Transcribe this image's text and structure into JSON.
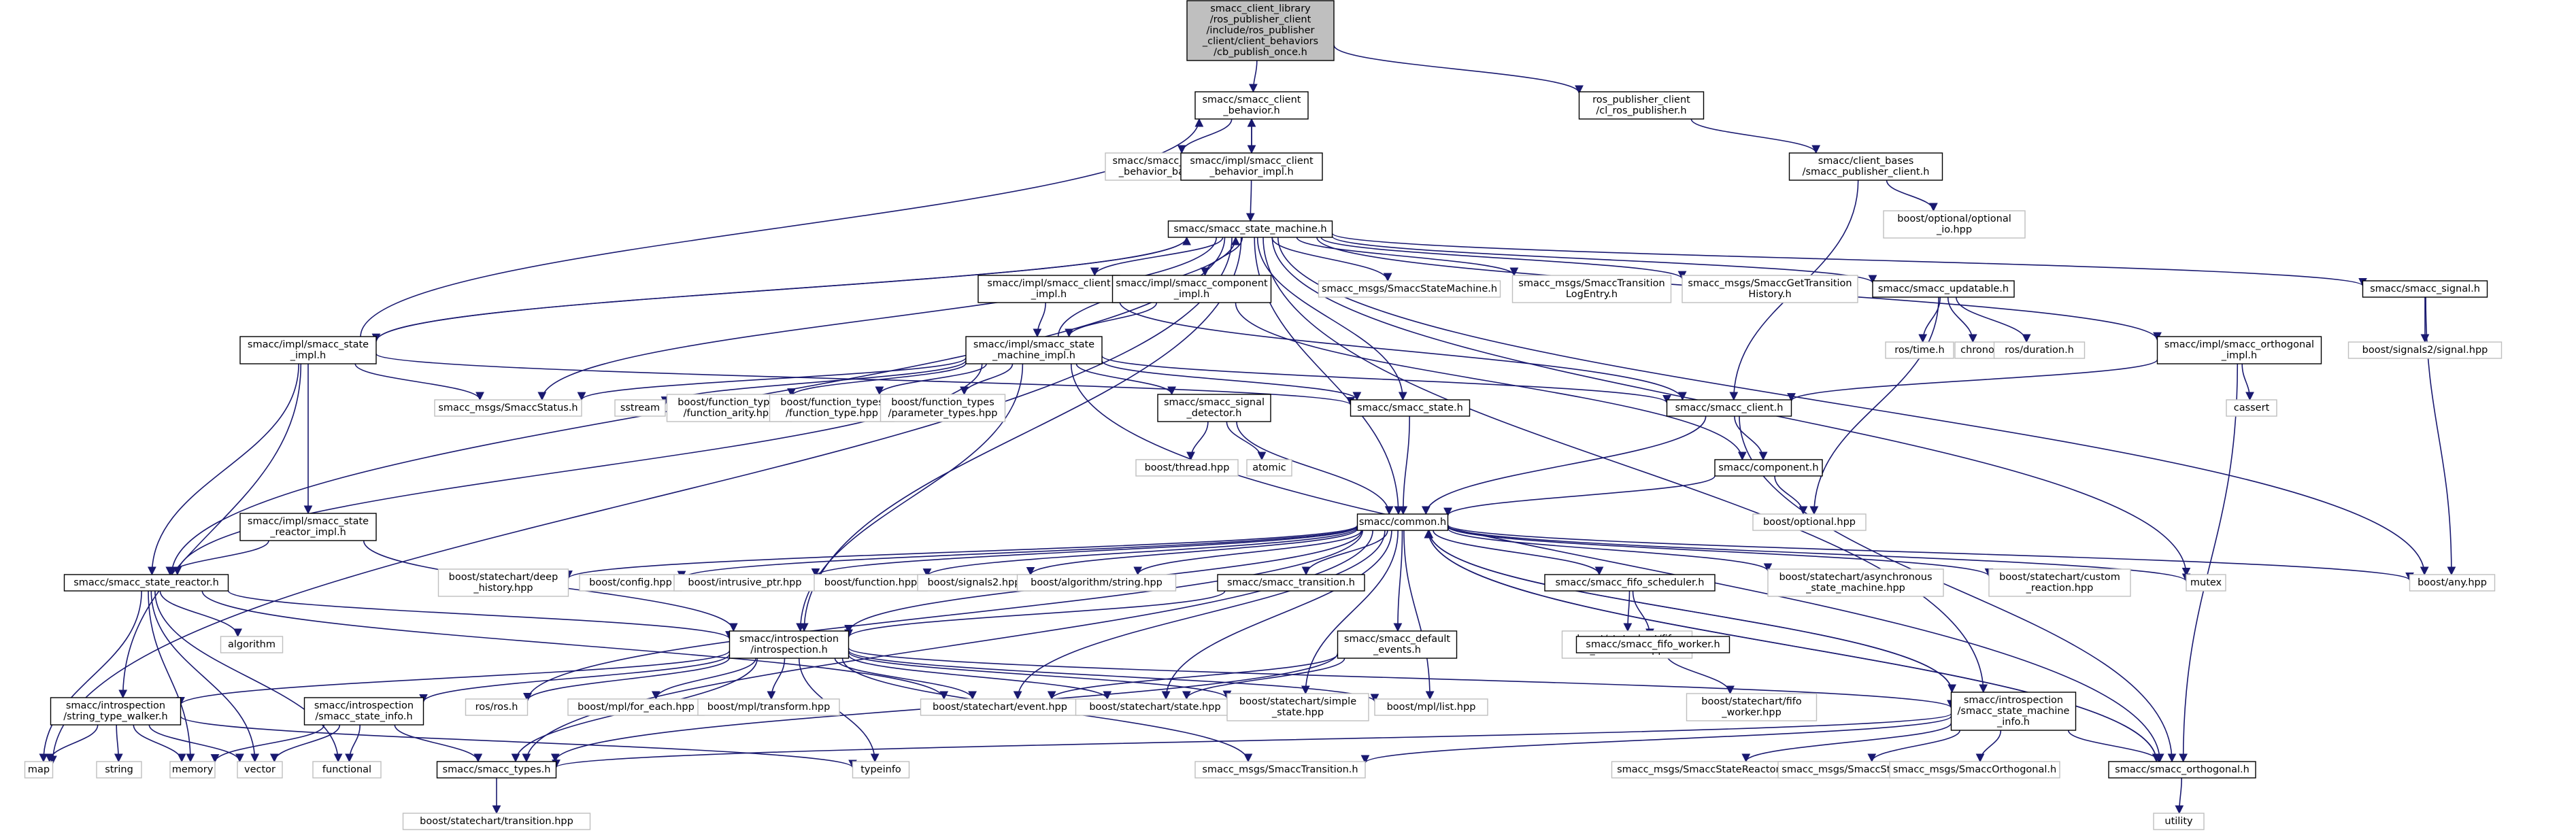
{
  "nodes": [
    {
      "id": "root",
      "lines": [
        "smacc_client_library",
        "/ros_publisher_client",
        "/include/ros_publisher",
        "_client/client_behaviors",
        "/cb_publish_once.h"
      ],
      "kind": "root"
    },
    {
      "id": "cbh",
      "lines": [
        "smacc/smacc_client",
        "_behavior.h"
      ],
      "kind": "doc"
    },
    {
      "id": "rosp",
      "lines": [
        "ros_publisher_client",
        "/cl_ros_publisher.h"
      ],
      "kind": "doc"
    },
    {
      "id": "cbbase",
      "lines": [
        "smacc/smacc_client",
        "_behavior_base.h"
      ],
      "kind": "ext"
    },
    {
      "id": "cbimpl",
      "lines": [
        "smacc/impl/smacc_client",
        "_behavior_impl.h"
      ],
      "kind": "doc"
    },
    {
      "id": "cbases",
      "lines": [
        "smacc/client_bases",
        "/smacc_publisher_client.h"
      ],
      "kind": "doc"
    },
    {
      "id": "optio",
      "lines": [
        "boost/optional/optional",
        "_io.hpp"
      ],
      "kind": "ext"
    },
    {
      "id": "sm",
      "lines": [
        "smacc/smacc_state_machine.h"
      ],
      "kind": "doc"
    },
    {
      "id": "clientimpl",
      "lines": [
        "smacc/impl/smacc_client",
        "_impl.h"
      ],
      "kind": "doc"
    },
    {
      "id": "compimpl",
      "lines": [
        "smacc/impl/smacc_component",
        "_impl.h"
      ],
      "kind": "doc"
    },
    {
      "id": "smsg",
      "lines": [
        "smacc_msgs/SmaccStateMachine.h"
      ],
      "kind": "ext"
    },
    {
      "id": "tlog",
      "lines": [
        "smacc_msgs/SmaccTransition",
        "LogEntry.h"
      ],
      "kind": "ext"
    },
    {
      "id": "gth",
      "lines": [
        "smacc_msgs/SmaccGetTransition",
        "History.h"
      ],
      "kind": "ext"
    },
    {
      "id": "upd",
      "lines": [
        "smacc/smacc_updatable.h"
      ],
      "kind": "doc"
    },
    {
      "id": "sig",
      "lines": [
        "smacc/smacc_signal.h"
      ],
      "kind": "doc"
    },
    {
      "id": "stimpl",
      "lines": [
        "smacc/impl/smacc_state",
        "_impl.h"
      ],
      "kind": "doc"
    },
    {
      "id": "smimpl",
      "lines": [
        "smacc/impl/smacc_state",
        "_machine_impl.h"
      ],
      "kind": "doc"
    },
    {
      "id": "rostime",
      "lines": [
        "ros/time.h"
      ],
      "kind": "ext"
    },
    {
      "id": "chrono",
      "lines": [
        "chrono"
      ],
      "kind": "ext"
    },
    {
      "id": "rosdur",
      "lines": [
        "ros/duration.h"
      ],
      "kind": "ext"
    },
    {
      "id": "orthimpl",
      "lines": [
        "smacc/impl/smacc_orthogonal",
        "_impl.h"
      ],
      "kind": "doc"
    },
    {
      "id": "sig2",
      "lines": [
        "boost/signals2/signal.hpp"
      ],
      "kind": "ext"
    },
    {
      "id": "status",
      "lines": [
        "smacc_msgs/SmaccStatus.h"
      ],
      "kind": "ext"
    },
    {
      "id": "sstream",
      "lines": [
        "sstream"
      ],
      "kind": "ext"
    },
    {
      "id": "farity",
      "lines": [
        "boost/function_types",
        "/function_arity.hpp"
      ],
      "kind": "ext"
    },
    {
      "id": "ftype",
      "lines": [
        "boost/function_types",
        "/function_type.hpp"
      ],
      "kind": "ext"
    },
    {
      "id": "ptypes",
      "lines": [
        "boost/function_types",
        "/parameter_types.hpp"
      ],
      "kind": "ext"
    },
    {
      "id": "sigdet",
      "lines": [
        "smacc/smacc_signal",
        "_detector.h"
      ],
      "kind": "doc"
    },
    {
      "id": "state",
      "lines": [
        "smacc/smacc_state.h"
      ],
      "kind": "doc"
    },
    {
      "id": "client",
      "lines": [
        "smacc/smacc_client.h"
      ],
      "kind": "doc"
    },
    {
      "id": "cassert",
      "lines": [
        "cassert"
      ],
      "kind": "ext"
    },
    {
      "id": "thread",
      "lines": [
        "boost/thread.hpp"
      ],
      "kind": "ext"
    },
    {
      "id": "atomic",
      "lines": [
        "atomic"
      ],
      "kind": "ext"
    },
    {
      "id": "comp",
      "lines": [
        "smacc/component.h"
      ],
      "kind": "doc"
    },
    {
      "id": "srimpl",
      "lines": [
        "smacc/impl/smacc_state",
        "_reactor_impl.h"
      ],
      "kind": "doc"
    },
    {
      "id": "boptional",
      "lines": [
        "boost/optional.hpp"
      ],
      "kind": "ext"
    },
    {
      "id": "common",
      "lines": [
        "smacc/common.h"
      ],
      "kind": "doc"
    },
    {
      "id": "sr",
      "lines": [
        "smacc/smacc_state_reactor.h"
      ],
      "kind": "doc"
    },
    {
      "id": "deep",
      "lines": [
        "boost/statechart/deep",
        "_history.hpp"
      ],
      "kind": "ext"
    },
    {
      "id": "config",
      "lines": [
        "boost/config.hpp"
      ],
      "kind": "ext"
    },
    {
      "id": "intr",
      "lines": [
        "boost/intrusive_ptr.hpp"
      ],
      "kind": "ext"
    },
    {
      "id": "func",
      "lines": [
        "boost/function.hpp"
      ],
      "kind": "ext"
    },
    {
      "id": "sig2h",
      "lines": [
        "boost/signals2.hpp"
      ],
      "kind": "ext"
    },
    {
      "id": "algstr",
      "lines": [
        "boost/algorithm/string.hpp"
      ],
      "kind": "ext"
    },
    {
      "id": "trans",
      "lines": [
        "smacc/smacc_transition.h"
      ],
      "kind": "doc"
    },
    {
      "id": "fifo",
      "lines": [
        "smacc/smacc_fifo_scheduler.h"
      ],
      "kind": "doc"
    },
    {
      "id": "asyncsm",
      "lines": [
        "boost/statechart/asynchronous",
        "_state_machine.hpp"
      ],
      "kind": "ext"
    },
    {
      "id": "custom",
      "lines": [
        "boost/statechart/custom",
        "_reaction.hpp"
      ],
      "kind": "ext"
    },
    {
      "id": "mutex",
      "lines": [
        "mutex"
      ],
      "kind": "ext"
    },
    {
      "id": "any",
      "lines": [
        "boost/any.hpp"
      ],
      "kind": "ext"
    },
    {
      "id": "algorithm",
      "lines": [
        "algorithm"
      ],
      "kind": "ext"
    },
    {
      "id": "defev",
      "lines": [
        "smacc/smacc_default",
        "_events.h"
      ],
      "kind": "doc"
    },
    {
      "id": "fifosch",
      "lines": [
        "boost/statechart/fifo",
        "_scheduler.hpp"
      ],
      "kind": "ext"
    },
    {
      "id": "fifow",
      "lines": [
        "smacc/smacc_fifo_worker.h"
      ],
      "kind": "doc"
    },
    {
      "id": "intro",
      "lines": [
        "smacc/introspection",
        "/introspection.h"
      ],
      "kind": "doc"
    },
    {
      "id": "fifowh",
      "lines": [
        "boost/statechart/fifo",
        "_worker.hpp"
      ],
      "kind": "ext"
    },
    {
      "id": "stw",
      "lines": [
        "smacc/introspection",
        "/string_type_walker.h"
      ],
      "kind": "doc"
    },
    {
      "id": "ssi",
      "lines": [
        "smacc/introspection",
        "/smacc_state_info.h"
      ],
      "kind": "doc"
    },
    {
      "id": "rosh",
      "lines": [
        "ros/ros.h"
      ],
      "kind": "ext"
    },
    {
      "id": "foreach",
      "lines": [
        "boost/mpl/for_each.hpp"
      ],
      "kind": "ext"
    },
    {
      "id": "mpltr",
      "lines": [
        "boost/mpl/transform.hpp"
      ],
      "kind": "ext"
    },
    {
      "id": "event",
      "lines": [
        "boost/statechart/event.hpp"
      ],
      "kind": "ext"
    },
    {
      "id": "scstate",
      "lines": [
        "boost/statechart/state.hpp"
      ],
      "kind": "ext"
    },
    {
      "id": "simple",
      "lines": [
        "boost/statechart/simple",
        "_state.hpp"
      ],
      "kind": "ext"
    },
    {
      "id": "mpllist",
      "lines": [
        "boost/mpl/list.hpp"
      ],
      "kind": "ext"
    },
    {
      "id": "smi",
      "lines": [
        "smacc/introspection",
        "/smacc_state_machine",
        "_info.h"
      ],
      "kind": "doc"
    },
    {
      "id": "map",
      "lines": [
        "map"
      ],
      "kind": "ext"
    },
    {
      "id": "string",
      "lines": [
        "string"
      ],
      "kind": "ext"
    },
    {
      "id": "memory",
      "lines": [
        "memory"
      ],
      "kind": "ext"
    },
    {
      "id": "vector",
      "lines": [
        "vector"
      ],
      "kind": "ext"
    },
    {
      "id": "functional",
      "lines": [
        "functional"
      ],
      "kind": "ext"
    },
    {
      "id": "types",
      "lines": [
        "smacc/smacc_types.h"
      ],
      "kind": "doc"
    },
    {
      "id": "typeinfo",
      "lines": [
        "typeinfo"
      ],
      "kind": "ext"
    },
    {
      "id": "stransmsg",
      "lines": [
        "smacc_msgs/SmaccTransition.h"
      ],
      "kind": "ext"
    },
    {
      "id": "srmsg",
      "lines": [
        "smacc_msgs/SmaccStateReactor.h"
      ],
      "kind": "ext"
    },
    {
      "id": "smsgstate",
      "lines": [
        "smacc_msgs/SmaccState.h"
      ],
      "kind": "ext"
    },
    {
      "id": "orthmsg",
      "lines": [
        "smacc_msgs/SmaccOrthogonal.h"
      ],
      "kind": "ext"
    },
    {
      "id": "orth",
      "lines": [
        "smacc/smacc_orthogonal.h"
      ],
      "kind": "doc"
    },
    {
      "id": "sctrans",
      "lines": [
        "boost/statechart/transition.hpp"
      ],
      "kind": "ext"
    },
    {
      "id": "utility",
      "lines": [
        "utility"
      ],
      "kind": "ext"
    }
  ],
  "edges": [
    [
      "root",
      "cbh"
    ],
    [
      "root",
      "rosp"
    ],
    [
      "cbh",
      "cbbase"
    ],
    [
      "cbh",
      "cbimpl"
    ],
    [
      "cbimpl",
      "cbh"
    ],
    [
      "cbimpl",
      "sm"
    ],
    [
      "rosp",
      "cbases"
    ],
    [
      "cbases",
      "optio"
    ],
    [
      "cbases",
      "client"
    ],
    [
      "sm",
      "clientimpl"
    ],
    [
      "sm",
      "compimpl"
    ],
    [
      "sm",
      "smsg"
    ],
    [
      "sm",
      "tlog"
    ],
    [
      "sm",
      "gth"
    ],
    [
      "sm",
      "upd"
    ],
    [
      "sm",
      "sig"
    ],
    [
      "sm",
      "stimpl"
    ],
    [
      "sm",
      "status"
    ],
    [
      "sm",
      "state"
    ],
    [
      "sm",
      "common"
    ],
    [
      "sm",
      "sr"
    ],
    [
      "sm",
      "intro"
    ],
    [
      "sm",
      "orthimpl"
    ],
    [
      "sm",
      "mutex"
    ],
    [
      "sm",
      "any"
    ],
    [
      "sm",
      "map"
    ],
    [
      "sm",
      "smi"
    ],
    [
      "clientimpl",
      "client"
    ],
    [
      "clientimpl",
      "smimpl"
    ],
    [
      "compimpl",
      "smimpl"
    ],
    [
      "compimpl",
      "comp"
    ],
    [
      "smimpl",
      "sm"
    ],
    [
      "smimpl",
      "status"
    ],
    [
      "smimpl",
      "sstream"
    ],
    [
      "smimpl",
      "farity"
    ],
    [
      "smimpl",
      "ftype"
    ],
    [
      "smimpl",
      "ptypes"
    ],
    [
      "smimpl",
      "sigdet"
    ],
    [
      "smimpl",
      "state"
    ],
    [
      "smimpl",
      "client"
    ],
    [
      "smimpl",
      "orth"
    ],
    [
      "smimpl",
      "sr"
    ],
    [
      "smimpl",
      "intro"
    ],
    [
      "stimpl",
      "sm"
    ],
    [
      "stimpl",
      "cbh"
    ],
    [
      "stimpl",
      "srimpl"
    ],
    [
      "stimpl",
      "sr"
    ],
    [
      "stimpl",
      "stw"
    ],
    [
      "stimpl",
      "state"
    ],
    [
      "stimpl",
      "status"
    ],
    [
      "upd",
      "rostime"
    ],
    [
      "upd",
      "chrono"
    ],
    [
      "upd",
      "rosdur"
    ],
    [
      "upd",
      "boptional"
    ],
    [
      "sig",
      "sig2"
    ],
    [
      "sig",
      "any"
    ],
    [
      "orthimpl",
      "client"
    ],
    [
      "orthimpl",
      "cassert"
    ],
    [
      "orthimpl",
      "orth"
    ],
    [
      "sigdet",
      "thread"
    ],
    [
      "sigdet",
      "atomic"
    ],
    [
      "sigdet",
      "common"
    ],
    [
      "state",
      "common"
    ],
    [
      "client",
      "comp"
    ],
    [
      "client",
      "common"
    ],
    [
      "client",
      "orth"
    ],
    [
      "comp",
      "boptional"
    ],
    [
      "comp",
      "common"
    ],
    [
      "srimpl",
      "sr"
    ],
    [
      "srimpl",
      "intro"
    ],
    [
      "sr",
      "intro"
    ],
    [
      "sr",
      "algorithm"
    ],
    [
      "sr",
      "map"
    ],
    [
      "sr",
      "memory"
    ],
    [
      "sr",
      "vector"
    ],
    [
      "sr",
      "functional"
    ],
    [
      "sr",
      "event"
    ],
    [
      "common",
      "deep"
    ],
    [
      "common",
      "config"
    ],
    [
      "common",
      "intr"
    ],
    [
      "common",
      "func"
    ],
    [
      "common",
      "sig2h"
    ],
    [
      "common",
      "algstr"
    ],
    [
      "common",
      "trans"
    ],
    [
      "common",
      "fifo"
    ],
    [
      "common",
      "asyncsm"
    ],
    [
      "common",
      "custom"
    ],
    [
      "common",
      "mutex"
    ],
    [
      "common",
      "any"
    ],
    [
      "common",
      "defev"
    ],
    [
      "common",
      "intro"
    ],
    [
      "common",
      "rosh"
    ],
    [
      "common",
      "event"
    ],
    [
      "common",
      "scstate"
    ],
    [
      "common",
      "simple"
    ],
    [
      "common",
      "mpllist"
    ],
    [
      "common",
      "smi"
    ],
    [
      "common",
      "types"
    ],
    [
      "common",
      "orth"
    ],
    [
      "trans",
      "intro"
    ],
    [
      "fifo",
      "fifosch"
    ],
    [
      "fifo",
      "fifow"
    ],
    [
      "fifow",
      "fifowh"
    ],
    [
      "defev",
      "event"
    ],
    [
      "defev",
      "scstate"
    ],
    [
      "defev",
      "types"
    ],
    [
      "intro",
      "stw"
    ],
    [
      "intro",
      "ssi"
    ],
    [
      "intro",
      "rosh"
    ],
    [
      "intro",
      "foreach"
    ],
    [
      "intro",
      "mpltr"
    ],
    [
      "intro",
      "event"
    ],
    [
      "intro",
      "scstate"
    ],
    [
      "intro",
      "simple"
    ],
    [
      "intro",
      "mpllist"
    ],
    [
      "intro",
      "smi"
    ],
    [
      "intro",
      "types"
    ],
    [
      "intro",
      "typeinfo"
    ],
    [
      "intro",
      "stransmsg"
    ],
    [
      "stw",
      "map"
    ],
    [
      "stw",
      "string"
    ],
    [
      "stw",
      "memory"
    ],
    [
      "stw",
      "vector"
    ],
    [
      "stw",
      "typeinfo"
    ],
    [
      "ssi",
      "memory"
    ],
    [
      "ssi",
      "vector"
    ],
    [
      "ssi",
      "functional"
    ],
    [
      "ssi",
      "types"
    ],
    [
      "smi",
      "common"
    ],
    [
      "smi",
      "types"
    ],
    [
      "smi",
      "stransmsg"
    ],
    [
      "smi",
      "srmsg"
    ],
    [
      "smi",
      "smsgstate"
    ],
    [
      "smi",
      "orthmsg"
    ],
    [
      "smi",
      "orth"
    ],
    [
      "orth",
      "common"
    ],
    [
      "orth",
      "utility"
    ],
    [
      "types",
      "sctrans"
    ]
  ]
}
